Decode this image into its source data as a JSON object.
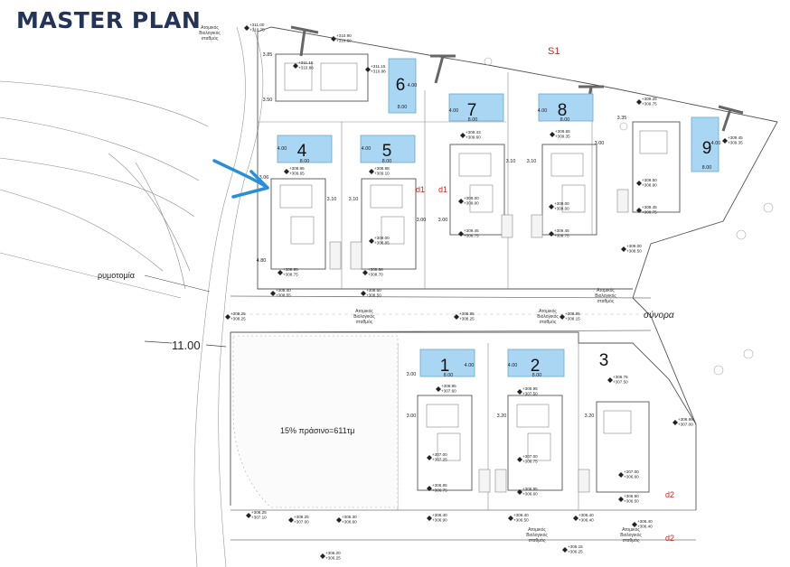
{
  "header": {
    "title": "MASTER PLAN"
  },
  "plots": [
    {
      "num": "1",
      "w": "4.00",
      "d": "8.00"
    },
    {
      "num": "2",
      "w": "4.00",
      "d": "8.00"
    },
    {
      "num": "3"
    },
    {
      "num": "4",
      "w": "4.00",
      "d": "8.00"
    },
    {
      "num": "5",
      "w": "4.00",
      "d": "8.00"
    },
    {
      "num": "6",
      "w": "4.00",
      "d": "8.00"
    },
    {
      "num": "7",
      "w": "4.00",
      "d": "8.00"
    },
    {
      "num": "8",
      "w": "4.00",
      "d": "8.00"
    },
    {
      "num": "9",
      "w": "4.00",
      "d": "8.00"
    }
  ],
  "markers": {
    "s1": "S1",
    "d1a": "d1",
    "d1b": "d1",
    "d2a": "d2",
    "d2b": "d2"
  },
  "labels": {
    "rymotomia": "ρυμοτομία",
    "synora": "σύνορα",
    "road_width": "11.00",
    "green": "15% πράσινο=611τμ",
    "bio_a": [
      "Ατομικός",
      "Βιολογικός",
      "σταθμός"
    ],
    "bio_b": [
      "Ατομικός",
      "Βιολογικός",
      "σταθμός"
    ],
    "bio_c": [
      "Ατομικός",
      "Βιολογικός",
      "σταθμός"
    ],
    "bio_d": [
      "Ατομικός",
      "Βιολογικός",
      "σταθμός"
    ],
    "bio_e": [
      "Ατομικός",
      "Βιολογικός",
      "σταθμός"
    ],
    "bio_top": [
      "Ατομικός",
      "Βιολογικός",
      "σταθμός"
    ]
  },
  "dims": {
    "d385": "3.85",
    "d350": "3.50",
    "d300a": "3.00",
    "d300b": "3.00",
    "d300c": "3.00",
    "d310a": "3.10",
    "d310b": "3.10",
    "d310c": "3.10",
    "d310d": "3.10",
    "d300d": "3.00",
    "d300e": "3.00",
    "d320a": "3.20",
    "d320b": "3.20",
    "d480": "4.80",
    "d335": "3.35",
    "d306": "3.06"
  },
  "levels": [
    {
      "a": "+311.00",
      "b": "+310.75"
    },
    {
      "a": "+310.90",
      "b": "+310.60"
    },
    {
      "a": "+311.15",
      "b": "+310.88"
    },
    {
      "a": "+311.15",
      "b": "+310.88"
    },
    {
      "a": "+309.43",
      "b": "+309.60"
    },
    {
      "a": "+309.65",
      "b": "+309.35"
    },
    {
      "a": "+309.25",
      "b": "+309.75"
    },
    {
      "a": "+309.45",
      "b": "+309.35"
    },
    {
      "a": "+308.95",
      "b": "+309.65"
    },
    {
      "a": "+308.88",
      "b": "+309.10"
    },
    {
      "a": "+309.00",
      "b": "+309.00"
    },
    {
      "a": "+309.00",
      "b": "+309.00"
    },
    {
      "a": "+309.00",
      "b": "+308.85"
    },
    {
      "a": "+309.45",
      "b": "+308.75"
    },
    {
      "a": "+309.45",
      "b": "+308.75"
    },
    {
      "a": "+309.50",
      "b": "+308.90"
    },
    {
      "a": "+309.45",
      "b": "+308.75"
    },
    {
      "a": "+309.00",
      "b": "+308.50"
    },
    {
      "a": "+308.95",
      "b": "+308.75"
    },
    {
      "a": "+308.88",
      "b": "+308.70"
    },
    {
      "a": "+308.40",
      "b": "+308.55"
    },
    {
      "a": "+308.60",
      "b": "+308.50"
    },
    {
      "a": "+308.25",
      "b": "+308.25"
    },
    {
      "a": "+308.85",
      "b": "+308.25"
    },
    {
      "a": "+308.85",
      "b": "+308.15"
    },
    {
      "a": "+306.95",
      "b": "+307.60"
    },
    {
      "a": "+306.95",
      "b": "+307.50"
    },
    {
      "a": "+306.75",
      "b": "+307.50"
    },
    {
      "a": "+307.00",
      "b": "+307.25"
    },
    {
      "a": "+307.00",
      "b": "+306.75"
    },
    {
      "a": "+306.95",
      "b": "+306.75"
    },
    {
      "a": "+306.95",
      "b": "+306.60"
    },
    {
      "a": "+306.95",
      "b": "+307.00"
    },
    {
      "a": "+307.00",
      "b": "+306.60"
    },
    {
      "a": "+306.90",
      "b": "+306.50"
    },
    {
      "a": "+308.25",
      "b": "+307.10"
    },
    {
      "a": "+308.25",
      "b": "+307.00"
    },
    {
      "a": "+306.30",
      "b": "+306.60"
    },
    {
      "a": "+306.40",
      "b": "+306.90"
    },
    {
      "a": "+306.40",
      "b": "+306.50"
    },
    {
      "a": "+306.40",
      "b": "+306.40"
    },
    {
      "a": "+306.40",
      "b": "+306.40"
    },
    {
      "a": "+306.20",
      "b": "+306.25"
    },
    {
      "a": "+306.15",
      "b": "+306.25"
    }
  ],
  "colors": {
    "title": "#243358",
    "pool": "#a9d6f2",
    "arrow": "#2a8fd6",
    "marker": "#d42020"
  }
}
